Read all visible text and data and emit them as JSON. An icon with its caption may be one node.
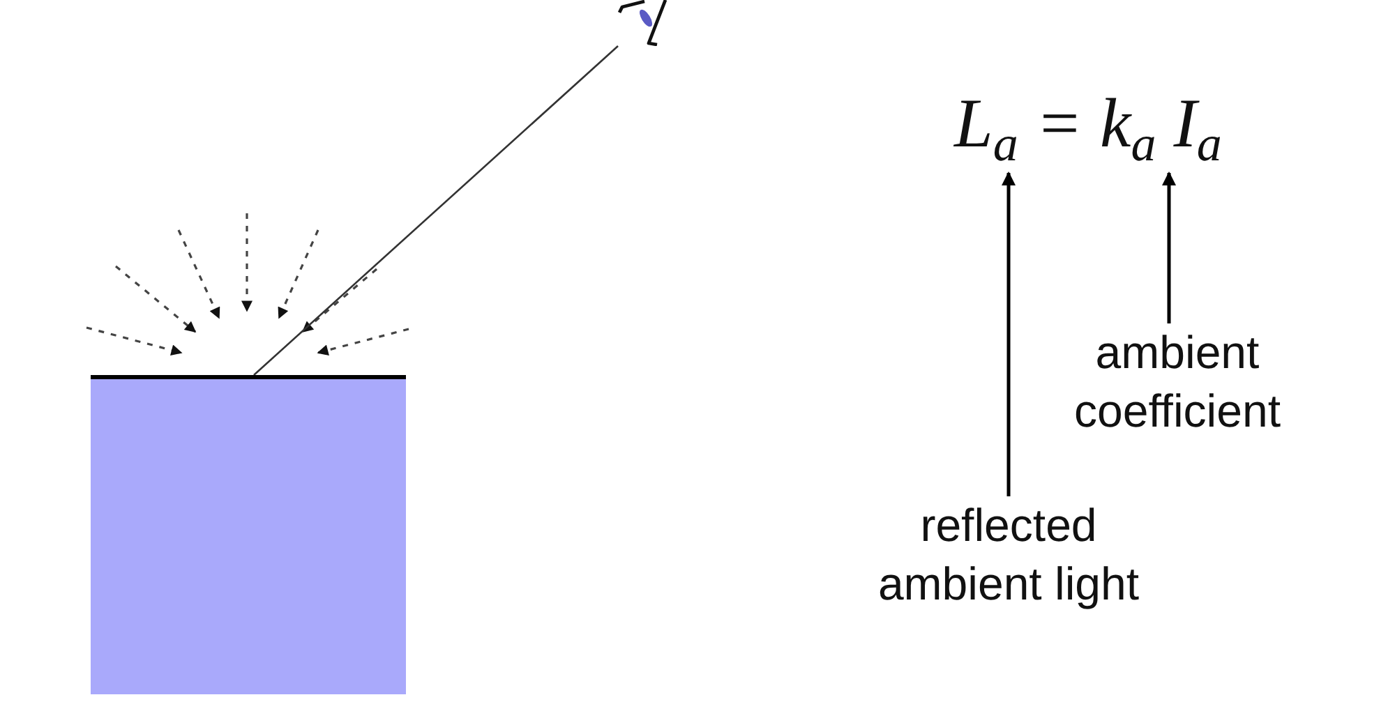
{
  "diagram": {
    "nodes": [
      {
        "text": [],
        "shape": "eye"
      },
      {
        "text": [],
        "shape": "box"
      },
      {
        "text": [
          "L$_{a}$ = k$_{a}$ I$_{a}$"
        ]
      },
      {
        "text": [
          "ambient coefficient"
        ]
      },
      {
        "text": [
          "reflected ambient light"
        ]
      }
    ],
    "edges": [
      {
        "from": 1,
        "to": 0,
        "arrow": "none"
      },
      {
        "from": 3,
        "to": 2,
        "arrow": "to"
      },
      {
        "from": 4,
        "to": 2,
        "arrow": "to"
      }
    ]
  }
}
